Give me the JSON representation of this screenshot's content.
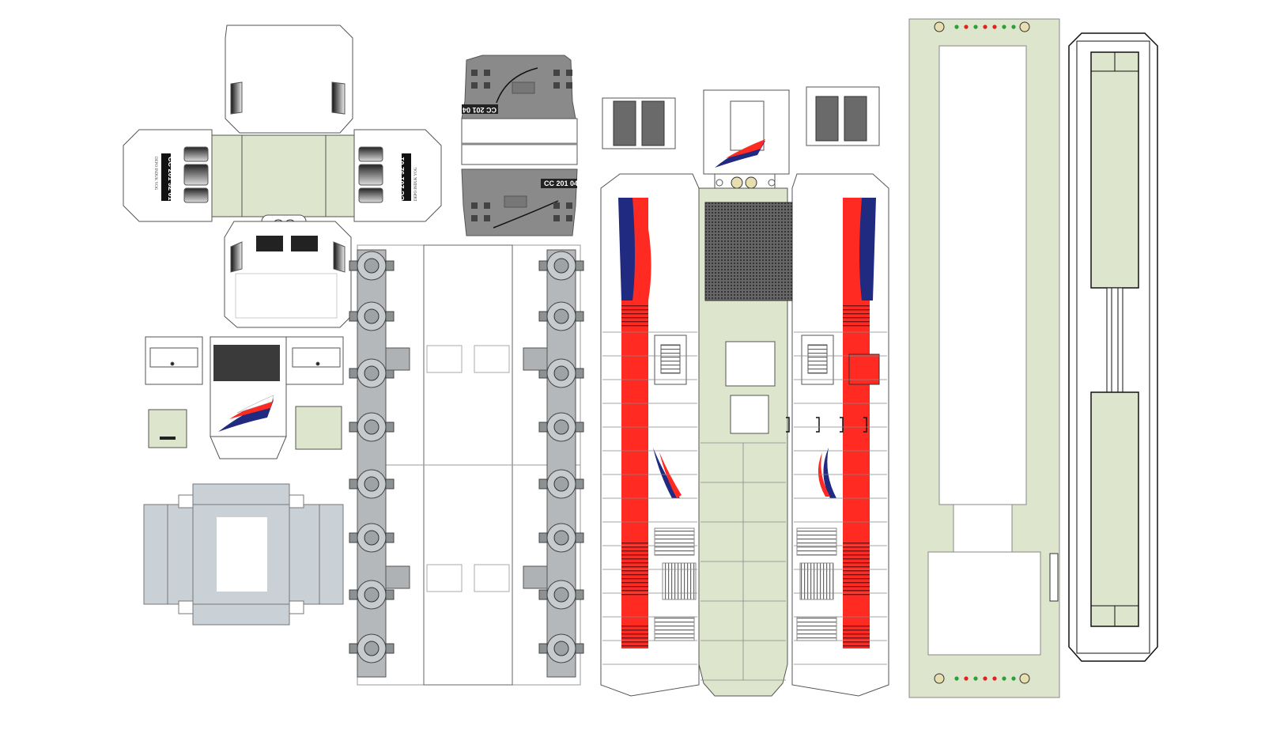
{
  "sheet": {
    "colors": {
      "body_green": "#dde5cc",
      "livery_red": "#ff2a22",
      "livery_blue": "#1f2a80",
      "bogie_grey": "#b4b8ba",
      "panel_grey": "#8a8a8a",
      "floor_grey": "#c9d0d6",
      "lamp_yellow": "#e8dfb0",
      "outline": "#222222"
    }
  },
  "cab_front": {
    "number_plate_left": "CC 201 92 01",
    "number_plate_right": "CC 201 92 01",
    "depot_left": "DEPO INDUK YOG",
    "depot_right": "DEPO INDUK YOG"
  },
  "roof_cab": {
    "plate_top": "CC 201 04",
    "plate_bottom": "CC 201 04"
  },
  "parts": [
    {
      "name": "cab-front-net",
      "icon": "locomotive-cab-icon"
    },
    {
      "name": "cab-roof-net",
      "icon": "roof-panel-icon"
    },
    {
      "name": "nose-panel-net",
      "icon": "nose-panel-icon"
    },
    {
      "name": "base-box-net",
      "icon": "base-box-icon"
    },
    {
      "name": "bogie-strip",
      "icon": "bogie-icon"
    },
    {
      "name": "body-side-net",
      "icon": "locomotive-body-icon"
    },
    {
      "name": "chassis-frame",
      "icon": "chassis-frame-icon"
    },
    {
      "name": "floor-frame",
      "icon": "floor-frame-icon"
    }
  ]
}
